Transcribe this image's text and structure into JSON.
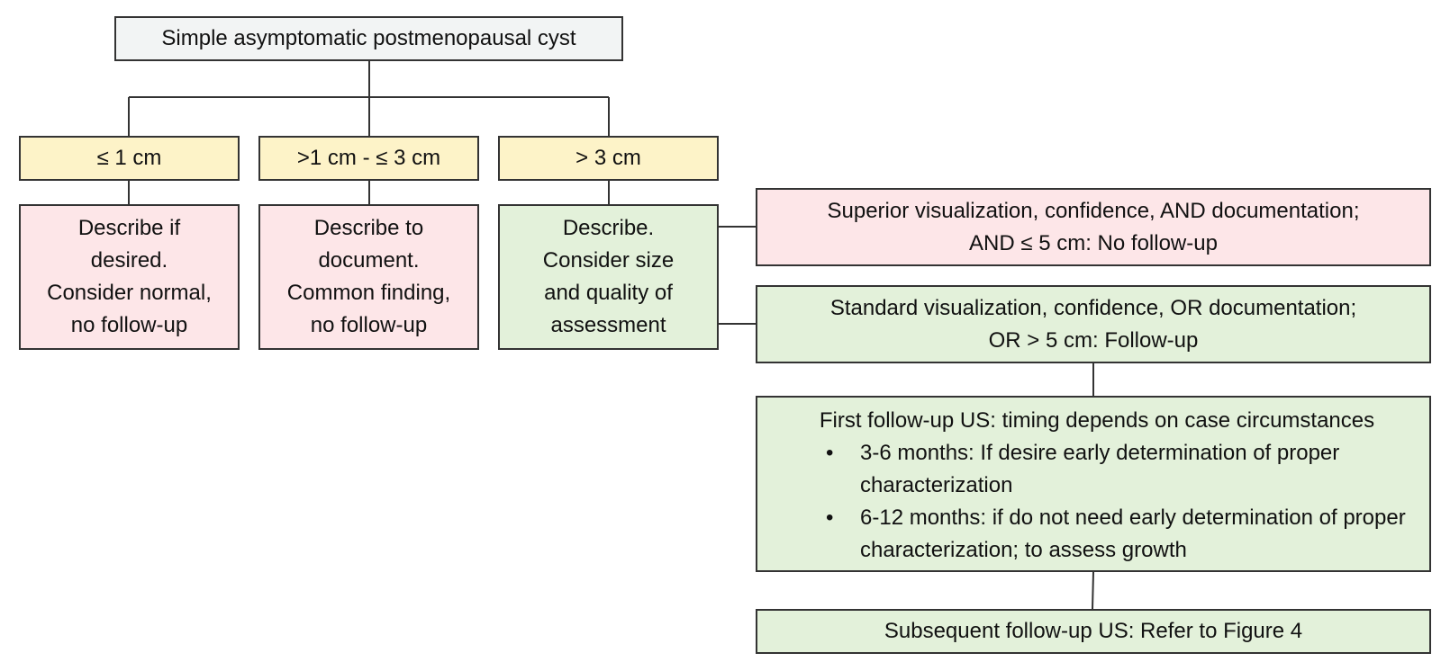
{
  "root": {
    "label": "Simple asymptomatic postmenopausal cyst"
  },
  "sizes": [
    {
      "label": "≤ 1 cm"
    },
    {
      "label": ">1 cm - ≤ 3 cm"
    },
    {
      "label": "> 3 cm"
    }
  ],
  "descriptions": [
    {
      "lines": [
        "Describe if",
        "desired.",
        "Consider normal,",
        "no follow-up"
      ]
    },
    {
      "lines": [
        "Describe to",
        "document.",
        "Common finding,",
        "no follow-up"
      ]
    },
    {
      "lines": [
        "Describe.",
        "Consider size",
        "and quality of",
        "assessment"
      ]
    }
  ],
  "outcomes": {
    "superior": {
      "lines": [
        "Superior visualization, confidence, AND documentation;",
        "AND ≤ 5 cm:  No follow-up"
      ]
    },
    "standard": {
      "lines": [
        "Standard visualization, confidence, OR documentation;",
        "OR > 5 cm:  Follow-up"
      ]
    }
  },
  "first_followup": {
    "title": "First follow-up US: timing depends on case circumstances",
    "bullet_symbol": "•",
    "bullets": [
      "3-6 months: If desire early determination of proper characterization",
      "6-12 months: if do not need early determination of proper characterization; to assess growth"
    ]
  },
  "subsequent_followup": {
    "label": "Subsequent follow-up US:  Refer to Figure 4"
  },
  "colors": {
    "root_fill": "#f2f4f4",
    "size_fill": "#fdf3c8",
    "pink_fill": "#fde6e8",
    "green_fill": "#e3f1da",
    "border": "#333333"
  }
}
